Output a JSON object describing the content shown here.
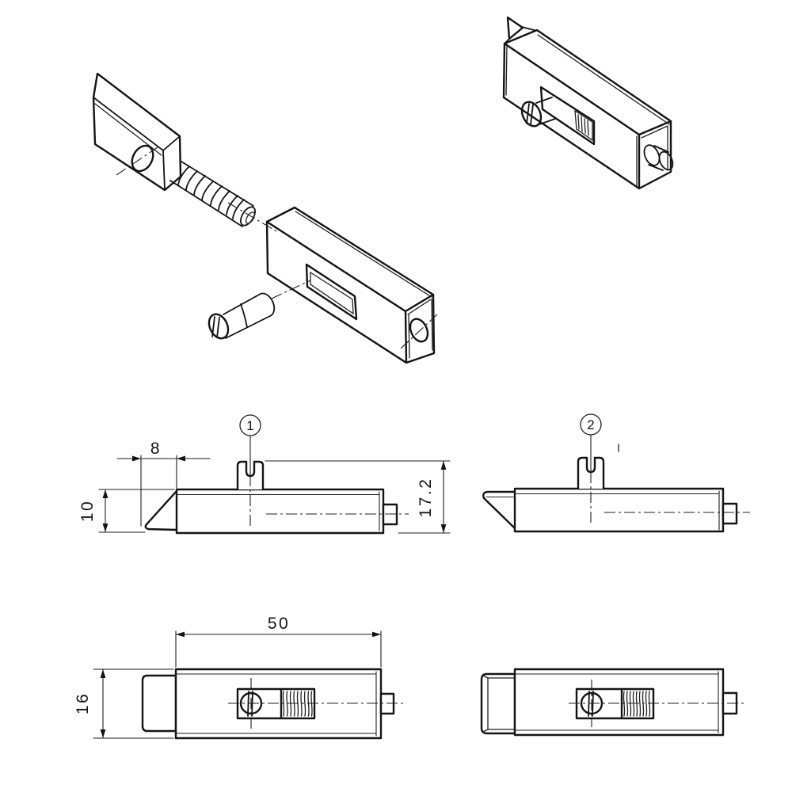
{
  "drawing": {
    "background": "#ffffff",
    "stroke_color": "#141414",
    "views": {
      "side_1": {
        "label": "1",
        "dims": {
          "wedge_offset": "8",
          "body_height": "10",
          "overall_height": "17.2"
        }
      },
      "side_2": {
        "label": "2"
      },
      "top_1": {
        "dims": {
          "length": "50",
          "width": "16"
        }
      }
    }
  }
}
